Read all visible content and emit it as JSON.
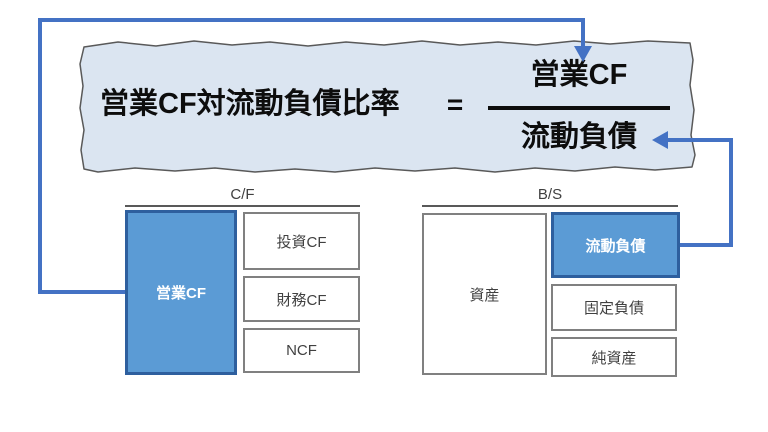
{
  "formula": {
    "label": "営業CF対流動負債比率",
    "equals": "=",
    "numerator": "営業CF",
    "denominator": "流動負債"
  },
  "cf_diagram": {
    "title": "C/F",
    "main_box": "営業CF",
    "items": [
      {
        "label": "投資CF"
      },
      {
        "label": "財務CF"
      },
      {
        "label": "NCF"
      }
    ]
  },
  "bs_diagram": {
    "title": "B/S",
    "main_box": "資産",
    "items": [
      {
        "label": "流動負債",
        "highlight": true
      },
      {
        "label": "固定負債",
        "highlight": false
      },
      {
        "label": "純資産",
        "highlight": false
      }
    ]
  },
  "colors": {
    "highlight_fill": "#5b9bd5",
    "highlight_border": "#2e5f9e",
    "arrow_blue": "#4472c4",
    "banner_fill": "#dbe5f1",
    "banner_border": "#595959",
    "box_border": "#808080",
    "text_dark": "#404040",
    "formula_text": "#0d0d0d"
  }
}
